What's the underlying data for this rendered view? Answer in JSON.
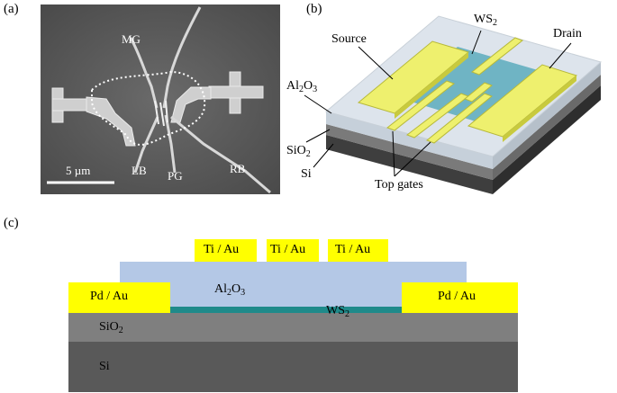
{
  "panel_a": {
    "label": "(a)",
    "labels": {
      "mg": "MG",
      "lb": "LB",
      "pg": "PG",
      "rb": "RB"
    },
    "scale_bar": "5 µm"
  },
  "panel_b": {
    "label": "(b)",
    "source": "Source",
    "ws2_main": "WS",
    "ws2_sub": "2",
    "drain": "Drain",
    "al2o3": {
      "a": "Al",
      "s1": "2",
      "b": "O",
      "s2": "3"
    },
    "sio2": {
      "a": "SiO",
      "s": "2"
    },
    "si": "Si",
    "top_gates": "Top gates"
  },
  "panel_c": {
    "label": "(c)",
    "top_gates": [
      "Ti / Au",
      "Ti / Au",
      "Ti / Au"
    ],
    "contacts": [
      "Pd / Au",
      "Pd / Au"
    ],
    "al2o3": {
      "a": "Al",
      "s1": "2",
      "b": "O",
      "s2": "3"
    },
    "ws2": {
      "a": "WS",
      "s": "2"
    },
    "sio2": {
      "a": "SiO",
      "s": "2"
    },
    "si": "Si"
  },
  "colors": {
    "gold": "#ffff00",
    "al2o3": "#b4c8e6",
    "ws2_strip": "#1f8a8a",
    "sio2": "#7f7f7f",
    "si": "#595959",
    "sem_bg": "#5a5a5a"
  }
}
